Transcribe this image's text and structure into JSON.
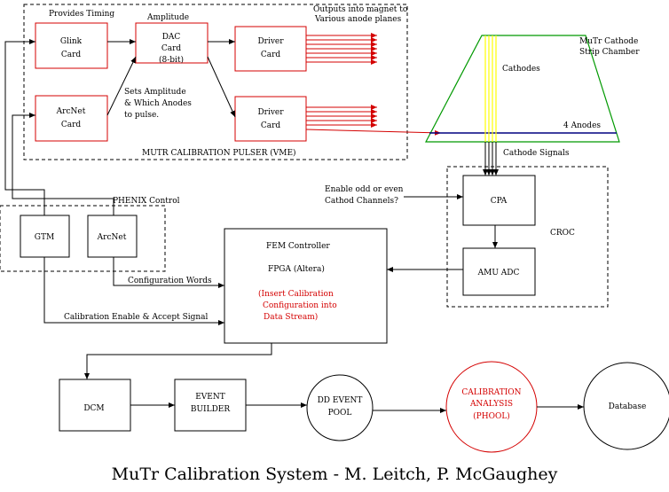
{
  "labels": {
    "provides_timing": "Provides Timing",
    "amplitude": "Amplitude",
    "outputs_line1": "Outputs into magnet to",
    "outputs_line2": "Various anode planes",
    "glink_line1": "Glink",
    "glink_line2": "Card",
    "dac_line1": "DAC",
    "dac_line2": "Card",
    "dac_line3": "(8-bit)",
    "driver1_line1": "Driver",
    "driver1_line2": "Card",
    "arcnet_card_line1": "ArcNet",
    "arcnet_card_line2": "Card",
    "sets_line1": "Sets Amplitude",
    "sets_line2": "& Which Anodes",
    "sets_line3": "to pulse.",
    "driver2_line1": "Driver",
    "driver2_line2": "Card",
    "pulser_group": "MUTR CALIBRATION PULSER (VME)",
    "mutr_line1": "MuTr Cathode",
    "mutr_line2": "Strip Chamber",
    "cathodes": "Cathodes",
    "four_anodes": "4 Anodes",
    "cathode_signals": "Cathode Signals",
    "phenix_control": "PHENIX Control",
    "gtm": "GTM",
    "arcnet": "ArcNet",
    "enable_line1": "Enable odd or even",
    "enable_line2": "Cathod Channels?",
    "cpa": "CPA",
    "croc": "CROC",
    "amu_adc": "AMU ADC",
    "fem_controller": "FEM Controller",
    "fpga": "FPGA (Altera)",
    "insert_line1": "(Insert Calibration",
    "insert_line2": "Configuration into",
    "insert_line3": "Data Stream)",
    "configuration_words": "Configuration Words",
    "calibration_enable": "Calibration Enable & Accept Signal",
    "dcm": "DCM",
    "event_builder_line1": "EVENT",
    "event_builder_line2": "BUILDER",
    "dd_line1": "DD EVENT",
    "dd_line2": "POOL",
    "calib_line1": "CALIBRATION",
    "calib_line2": "ANALYSIS",
    "calib_line3": "(PHOOL)",
    "database": "Database",
    "footer": "MuTr Calibration System - M. Leitch, P. McGaughey"
  },
  "colors": {
    "pulser_boxes": "#d40000",
    "chamber_outline": "#009900",
    "anode_line": "#000080",
    "cathode_strips": "#ffff00",
    "calibration_circle": "#d40000"
  }
}
